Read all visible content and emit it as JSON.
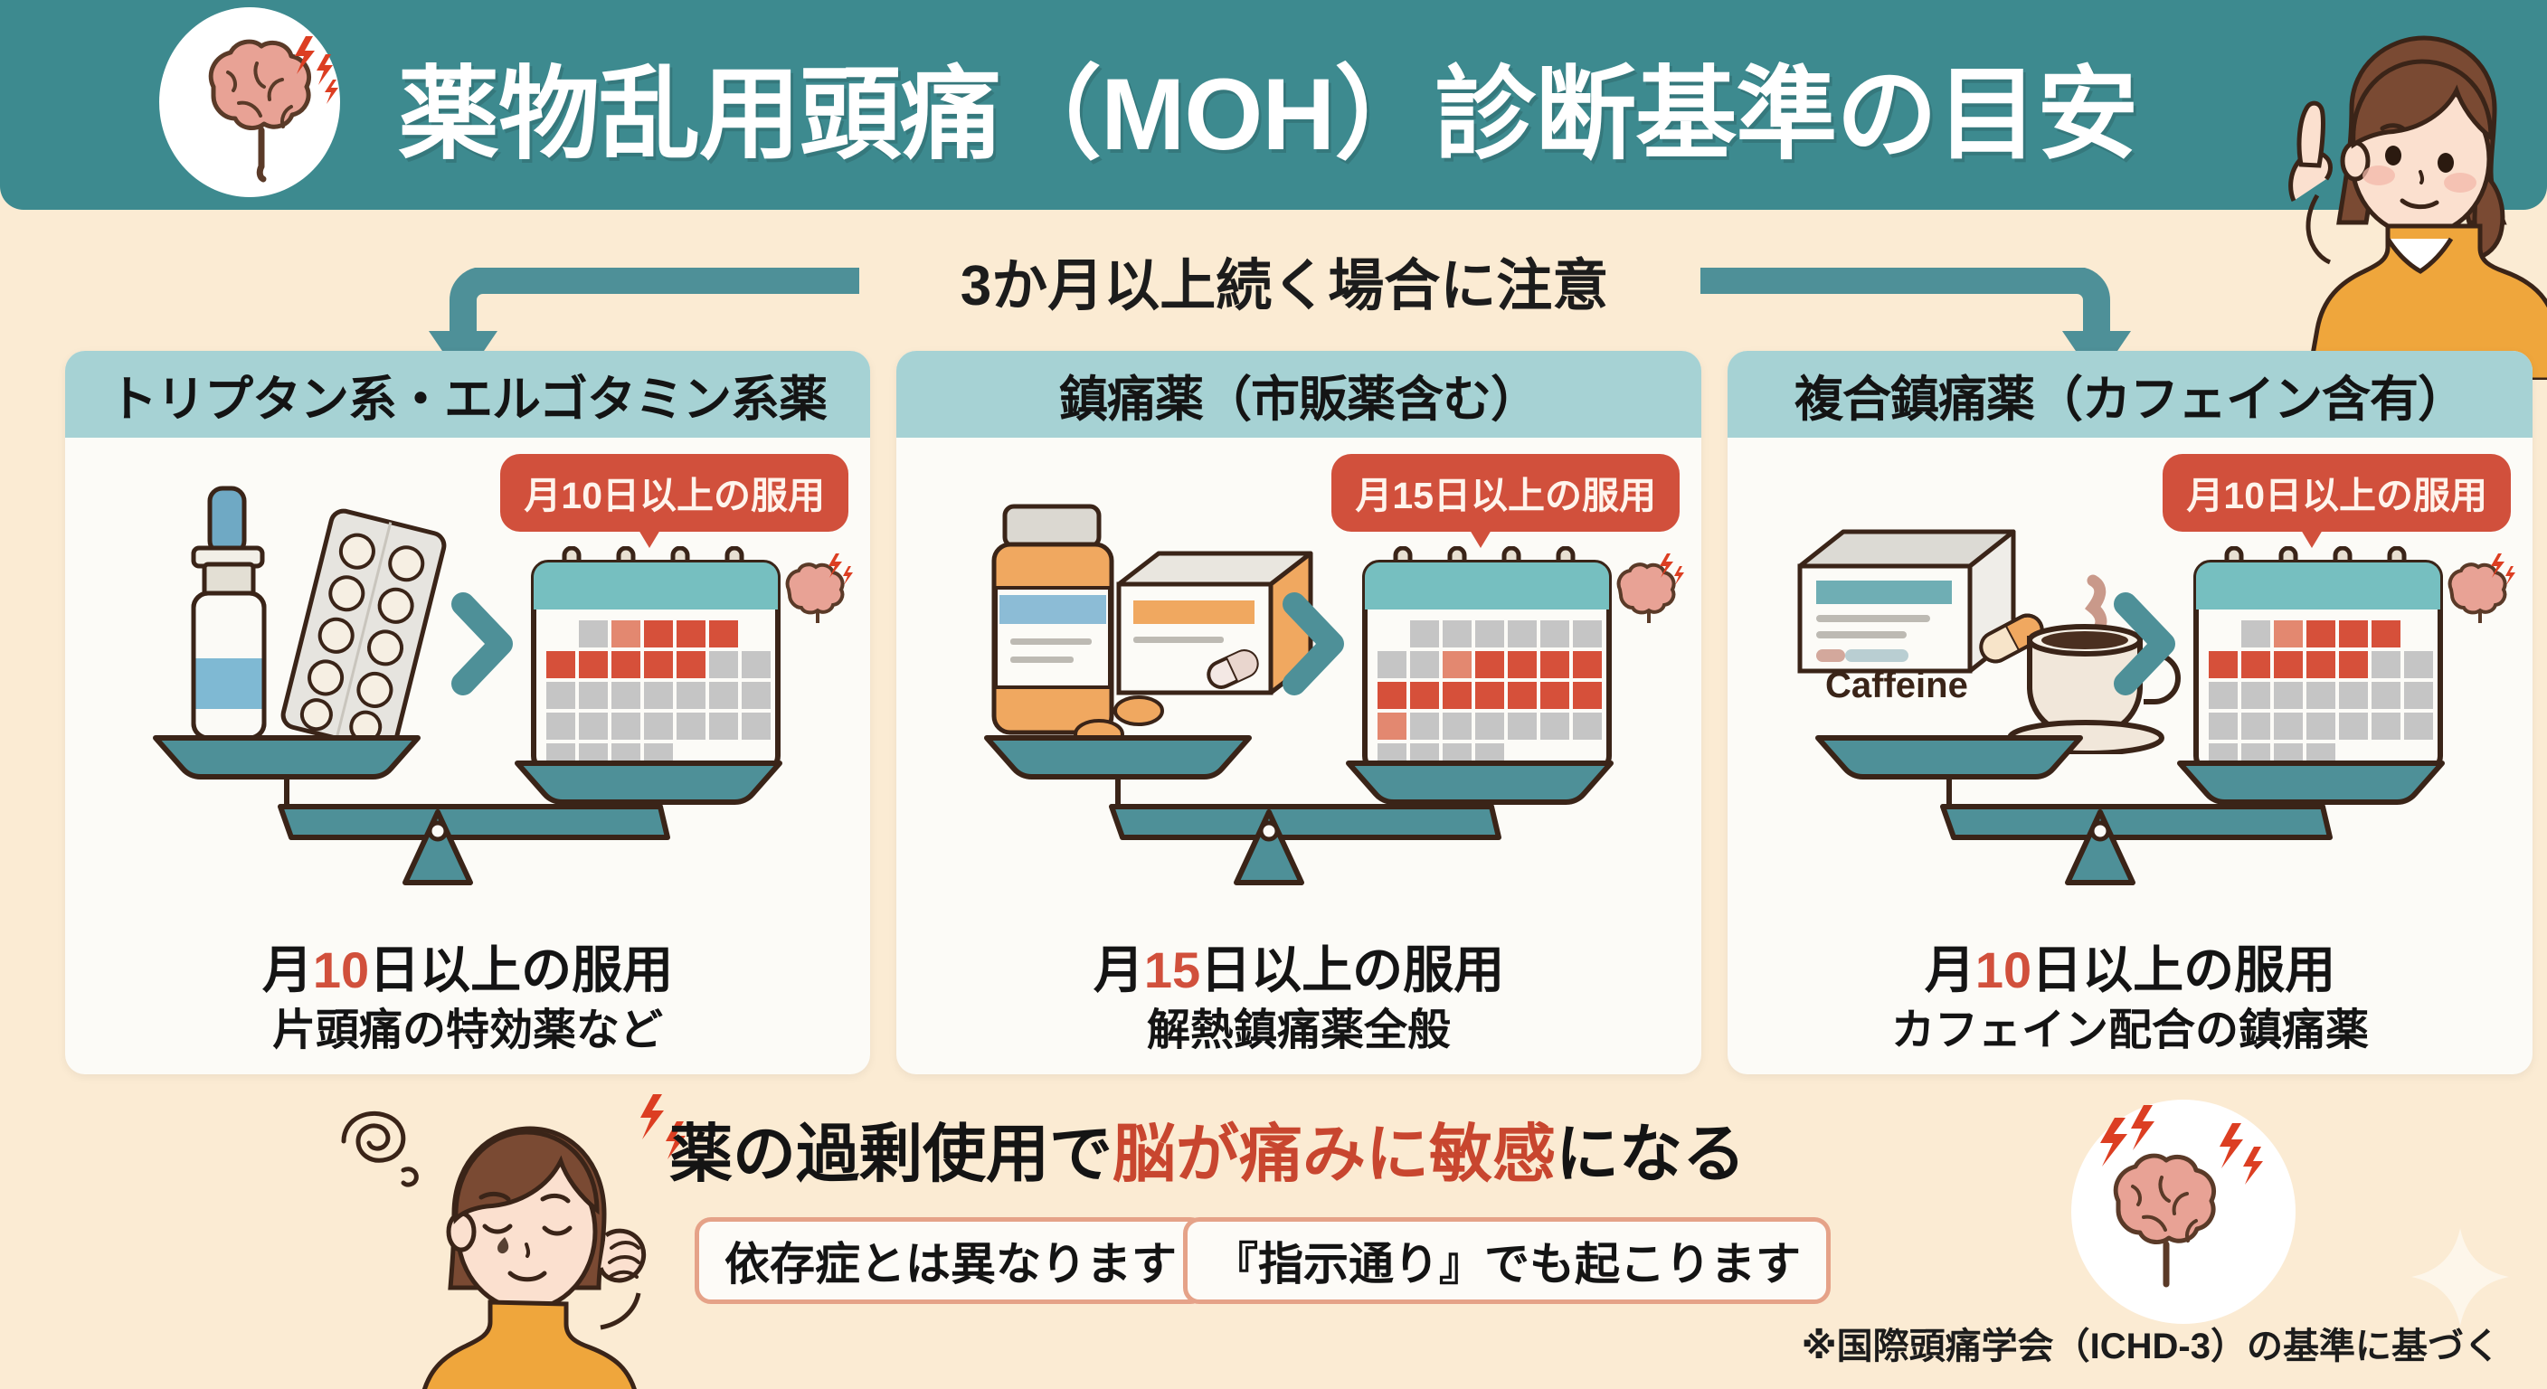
{
  "header": {
    "title": "薬物乱用頭痛（MOH）診断基準の目安",
    "logo_icon": "brain-icon"
  },
  "subtitle": "3か月以上続く場合に注意",
  "cards": [
    {
      "header": "トリプタン系・エルゴタミン系薬",
      "callout": "月10日以上の服用",
      "summary_pre": "月",
      "summary_hl": "10",
      "summary_post": "日以上の服用",
      "summary_sub": "片頭痛の特効薬など",
      "calendar_rows": [
        [
          "none",
          "gray",
          "lightred",
          "red",
          "red",
          "red",
          "none"
        ],
        [
          "red",
          "red",
          "red",
          "red",
          "red",
          "gray",
          "gray"
        ],
        [
          "gray",
          "gray",
          "gray",
          "gray",
          "gray",
          "gray",
          "gray"
        ],
        [
          "gray",
          "gray",
          "gray",
          "gray",
          "gray",
          "gray",
          "gray"
        ],
        [
          "gray",
          "gray",
          "gray",
          "gray",
          "none",
          "none",
          "none"
        ]
      ],
      "items_icons": [
        "nasal-spray-icon",
        "pill-blister-icon"
      ]
    },
    {
      "header": "鎮痛薬（市販薬含む）",
      "callout": "月15日以上の服用",
      "summary_pre": "月",
      "summary_hl": "15",
      "summary_post": "日以上の服用",
      "summary_sub": "解熱鎮痛薬全般",
      "calendar_rows": [
        [
          "none",
          "gray",
          "gray",
          "gray",
          "gray",
          "gray",
          "gray"
        ],
        [
          "gray",
          "gray",
          "lightred",
          "red",
          "red",
          "red",
          "red"
        ],
        [
          "red",
          "red",
          "red",
          "red",
          "red",
          "red",
          "red"
        ],
        [
          "lightred",
          "gray",
          "gray",
          "gray",
          "gray",
          "gray",
          "gray"
        ],
        [
          "gray",
          "gray",
          "gray",
          "gray",
          "none",
          "none",
          "none"
        ]
      ],
      "items_icons": [
        "pill-bottle-icon",
        "medicine-box-icon",
        "tablets-icon"
      ]
    },
    {
      "header": "複合鎮痛薬（カフェイン含有）",
      "callout": "月10日以上の服用",
      "summary_pre": "月",
      "summary_hl": "10",
      "summary_post": "日以上の服用",
      "summary_sub": "カフェイン配合の鎮痛薬",
      "caffeine_label": "Caffeine",
      "calendar_rows": [
        [
          "none",
          "gray",
          "lightred",
          "red",
          "red",
          "red",
          "none"
        ],
        [
          "red",
          "red",
          "red",
          "red",
          "red",
          "gray",
          "gray"
        ],
        [
          "gray",
          "gray",
          "gray",
          "gray",
          "gray",
          "gray",
          "gray"
        ],
        [
          "gray",
          "gray",
          "gray",
          "gray",
          "gray",
          "gray",
          "gray"
        ],
        [
          "gray",
          "gray",
          "gray",
          "gray",
          "none",
          "none",
          "none"
        ]
      ],
      "items_icons": [
        "medicine-box-icon",
        "coffee-cup-icon",
        "capsule-icon"
      ]
    }
  ],
  "bottom": {
    "headline_pre": "薬の過剰使用で",
    "headline_hl": "脳が痛みに敏感",
    "headline_post": "になる",
    "badges": [
      "依存症とは異なります",
      "『指示通り』でも起こります"
    ],
    "footnote": "※国際頭痛学会（ICHD-3）の基準に基づく"
  },
  "colors": {
    "header_teal": "#3D8A8F",
    "card_header_teal": "#A6D2D4",
    "accent_red": "#D1503C",
    "light_red": "#E38870",
    "gray_day": "#C5C5C5",
    "background_cream": "#FBEBD3",
    "card_bg": "#FCFBF7",
    "scale_teal": "#4E9098",
    "outline_brown": "#3A2418",
    "sweater_orange": "#EFA63C",
    "hair_brown": "#7A4A33",
    "brain_pink": "#E8A295",
    "badge_border": "#E5A288"
  }
}
